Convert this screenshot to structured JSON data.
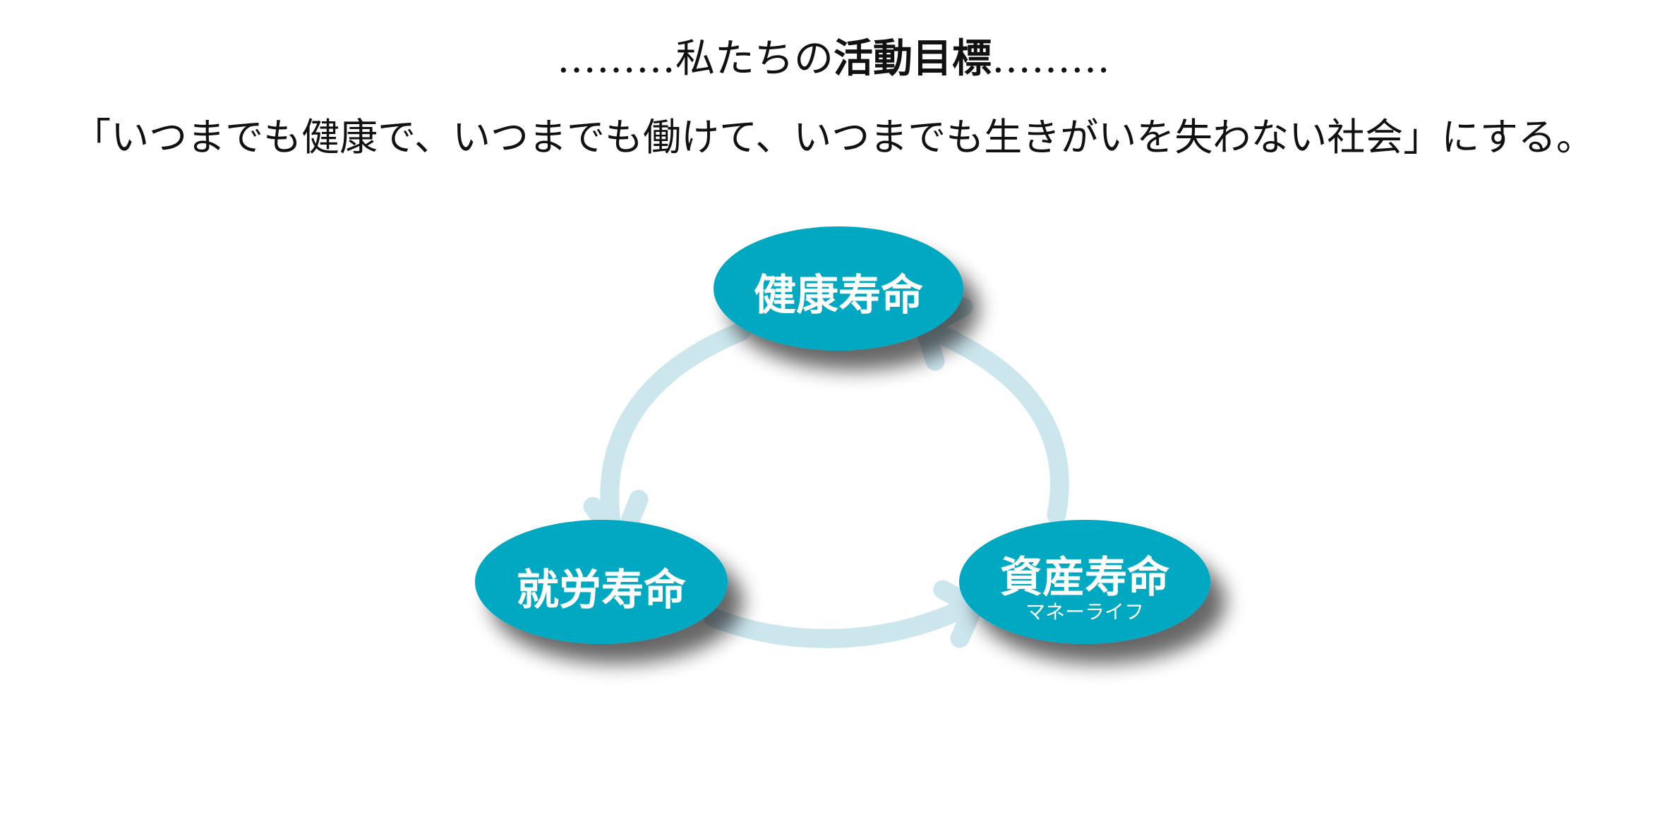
{
  "heading": {
    "dots_left": "………",
    "prefix": "私たちの",
    "emphasis": "活動目標",
    "dots_right": "………"
  },
  "slogan": "「いつまでも健康で、いつまでも働けて、いつまでも生きがいを失わない社会」にする。",
  "cycle": {
    "nodes": [
      {
        "label": "健康寿命"
      },
      {
        "label": "就労寿命"
      },
      {
        "label": "資産寿命",
        "sublabel": "マネーライフ"
      }
    ],
    "colors": {
      "node": "#05a8c1",
      "arrow": "#cce6ee"
    }
  }
}
